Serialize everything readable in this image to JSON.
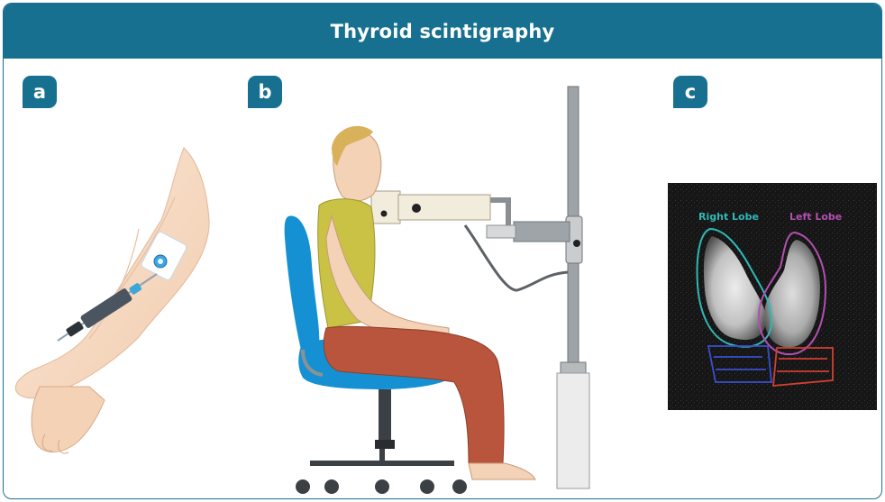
{
  "title": "Thyroid scintigraphy",
  "panels": [
    {
      "label": "a"
    },
    {
      "label": "b"
    },
    {
      "label": "c"
    }
  ],
  "scan": {
    "right_lobe_label": "Right Lobe",
    "left_lobe_label": "Left Lobe",
    "right_lobe_color": "#2fb8b6",
    "left_lobe_color": "#b24fb0",
    "lower_roi_left_color": "#3a4fd0",
    "lower_roi_right_color": "#d04030"
  },
  "colors": {
    "accent": "#17708f",
    "chair": "#1591d3",
    "shirt": "#c9c245",
    "trousers": "#b8553c",
    "skin": "#f3d2b5"
  }
}
